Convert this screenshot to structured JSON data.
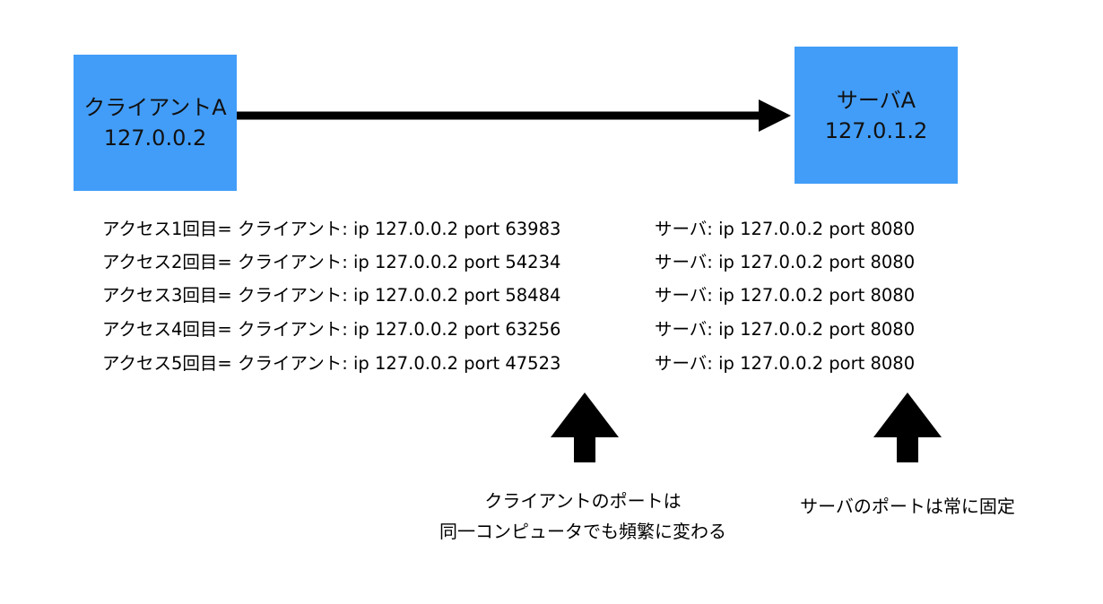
{
  "colors": {
    "box_fill": "#429df8",
    "arrow": "#000000",
    "text": "#000000"
  },
  "client": {
    "name": "クライアントA",
    "ip": "127.0.0.2"
  },
  "server": {
    "name": "サーバA",
    "ip": "127.0.1.2"
  },
  "accesses": [
    {
      "client": "アクセス1回目= クライアント: ip 127.0.0.2 port 63983",
      "server": "サーバ: ip 127.0.0.2 port 8080"
    },
    {
      "client": "アクセス2回目= クライアント: ip 127.0.0.2 port 54234",
      "server": "サーバ: ip 127.0.0.2 port 8080"
    },
    {
      "client": "アクセス3回目= クライアント: ip 127.0.0.2 port 58484",
      "server": "サーバ: ip 127.0.0.2 port 8080"
    },
    {
      "client": "アクセス4回目= クライアント: ip 127.0.0.2 port 63256",
      "server": "サーバ: ip 127.0.0.2 port 8080"
    },
    {
      "client": "アクセス5回目= クライアント: ip 127.0.0.2 port 47523",
      "server": "サーバ: ip 127.0.0.2 port 8080"
    }
  ],
  "captions": {
    "client_line1": "クライアントのポートは",
    "client_line2": "同一コンピュータでも頻繁に変わる",
    "server": "サーバのポートは常に固定"
  }
}
